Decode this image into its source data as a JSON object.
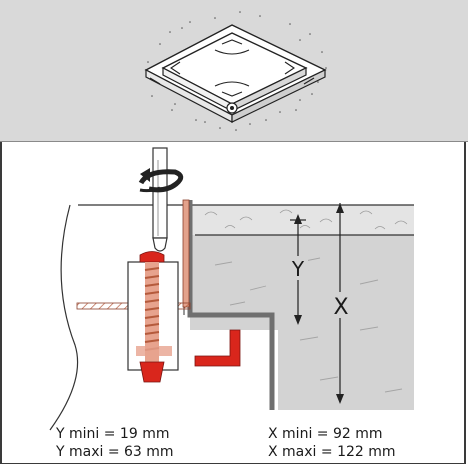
{
  "product_view": {
    "icon": "recessed-floor-box-icon"
  },
  "section": {
    "labels": {
      "y": "Y",
      "x": "X"
    },
    "colors": {
      "screw": "#d9261c",
      "anchor": "#e7a38e",
      "flange": "#d98c76",
      "concrete": "#d0d0d0",
      "steel": "#6f6f6f"
    }
  },
  "dimensions": {
    "y_min": "Y mini = 19 mm",
    "y_max": "Y maxi = 63 mm",
    "x_min": "X mini = 92 mm",
    "x_max": "X maxi = 122 mm"
  }
}
